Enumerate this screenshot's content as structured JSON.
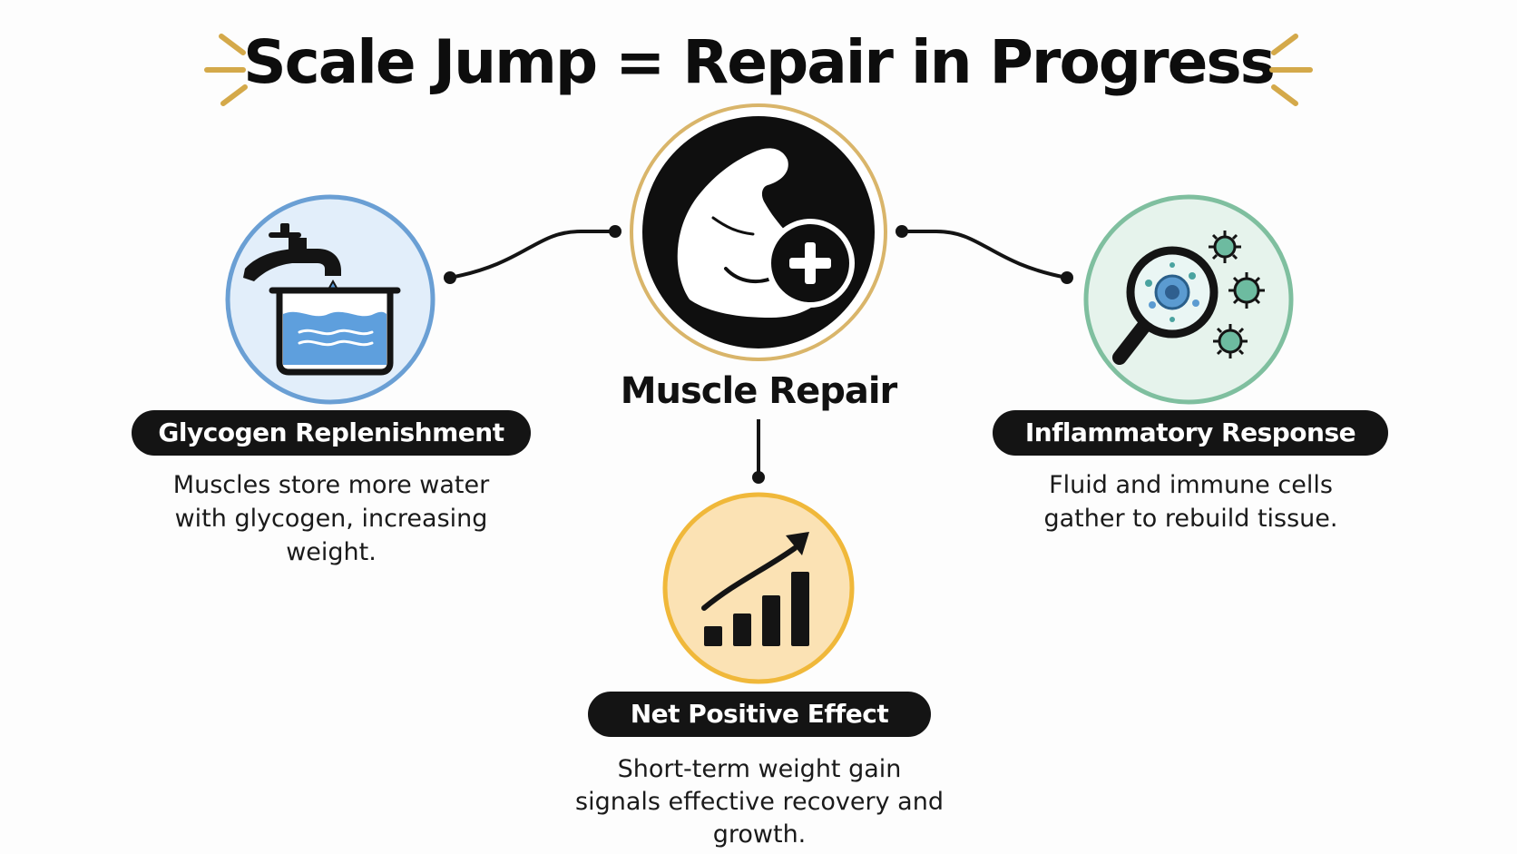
{
  "title": "Scale Jump = Repair in Progress",
  "center": {
    "label": "Muscle Repair",
    "icon": "flexed-arm-plus-icon",
    "ring_color": "#d9b56a"
  },
  "nodes": [
    {
      "label": "Glycogen Replenishment",
      "description": "Muscles store more water with glycogen, increasing weight.",
      "icon": "water-tap-container-icon",
      "ring_color": "#6a9fd4",
      "fill_color": "#e2eefa"
    },
    {
      "label": "Inflammatory Response",
      "description": "Fluid and immune cells gather to rebuild tissue.",
      "icon": "magnifier-cells-icon",
      "ring_color": "#7fbf9f",
      "fill_color": "#e6f3ec"
    },
    {
      "label": "Net Positive Effect",
      "description": "Short-term weight gain signals effective recovery and growth.",
      "icon": "rising-bar-chart-icon",
      "ring_color": "#f0b83a",
      "fill_color": "#fbe2b4"
    }
  ],
  "accent_color": "#d4a94a"
}
